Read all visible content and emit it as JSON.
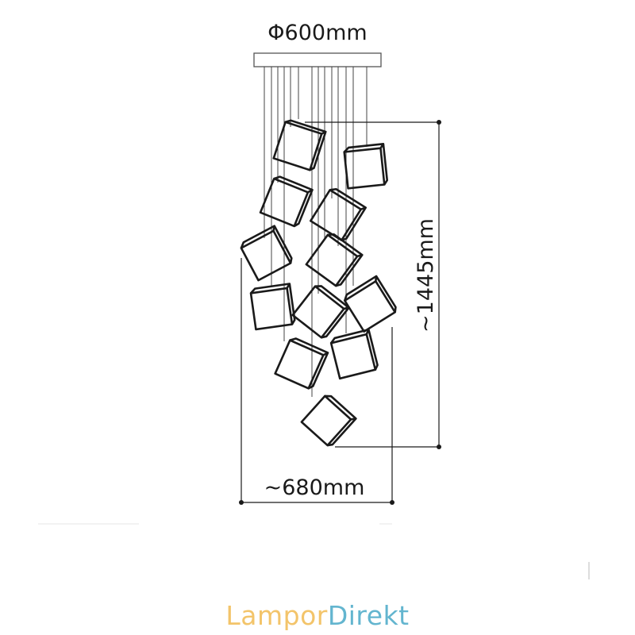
{
  "diagram": {
    "canopy_label": "Φ600mm",
    "height_label": "~1445mm",
    "width_label": "~680mm"
  },
  "brand": {
    "part1": "Lampor",
    "part2": "Direkt",
    "color1": "#f3c46a",
    "color2": "#63b5cf"
  },
  "colors": {
    "line": "#1a1a1a",
    "canopy_border": "#555555"
  }
}
